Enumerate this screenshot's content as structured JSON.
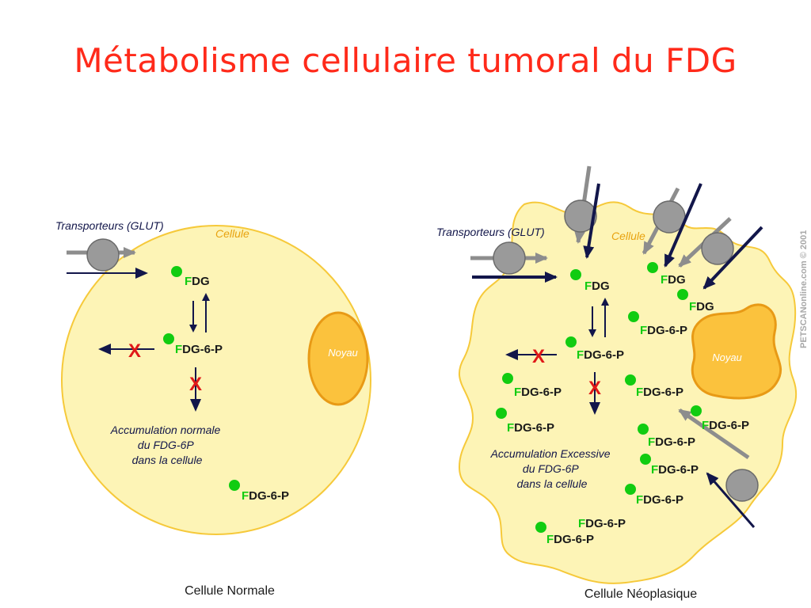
{
  "title": "Métabolisme cellulaire tumoral du FDG",
  "normal_cell": {
    "caption": "Cellule Normale",
    "cell_label": "Cellule",
    "transporter_label": "Transporteurs (GLUT)",
    "nucleus_label": "Noyau",
    "fdg_f": "F",
    "fdg_rest": "DG",
    "fdg6p_rest": "DG-6-P",
    "block_mark": "X",
    "accumulation": [
      "Accumulation normale",
      "du FDG-6P",
      "dans la cellule"
    ]
  },
  "tumor_cell": {
    "caption": "Cellule Néoplasique",
    "cell_label": "Cellule",
    "transporter_label": "Transporteurs (GLUT)",
    "nucleus_label": "Noyau",
    "fdg_f": "F",
    "fdg_rest": "DG",
    "fdg6p_rest": "DG-6-P",
    "block_mark": "X",
    "accumulation": [
      "Accumulation Excessive",
      "du FDG-6P",
      "dans la cellule"
    ]
  },
  "credit": "PETSCANonline.com © 2001",
  "colors": {
    "title": "#ff2a1a",
    "cell_fill": "#fdf4b6",
    "cell_stroke": "#f6c93a",
    "nucleus_fill": "#fbc23d",
    "nucleus_stroke": "#e89a16",
    "molecule": "#11cc11",
    "arrow_dark": "#12164a",
    "arrow_gray": "#8d8d8d",
    "block": "#e01818"
  }
}
